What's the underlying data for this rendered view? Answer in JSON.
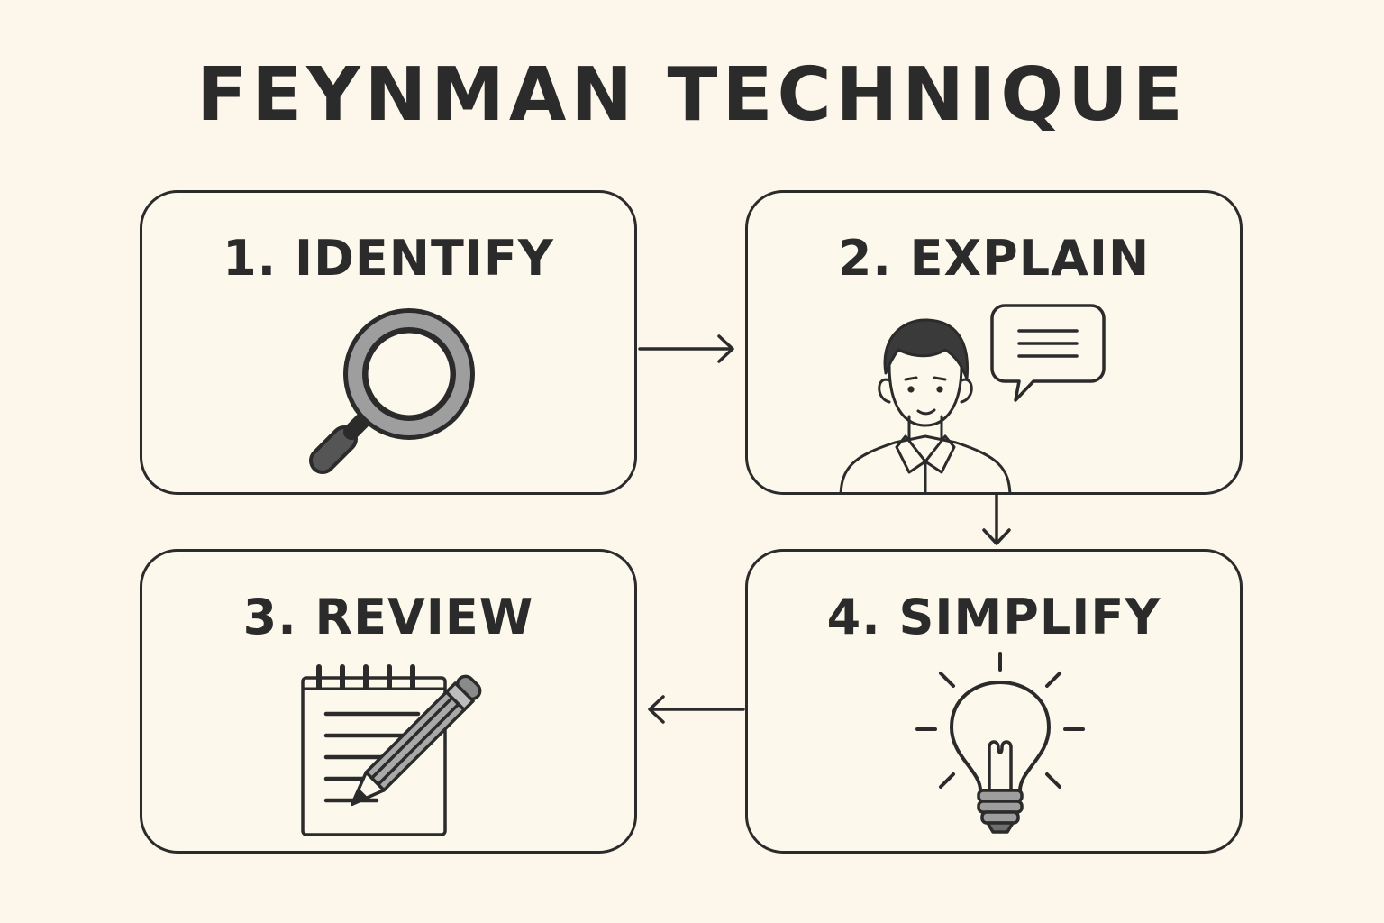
{
  "title": "FEYNMAN TECHNIQUE",
  "steps": [
    {
      "label": "1. IDENTIFY",
      "icon": "magnifying-glass-icon"
    },
    {
      "label": "2. EXPLAIN",
      "icon": "person-speech-bubble-icon"
    },
    {
      "label": "3. REVIEW",
      "icon": "notepad-pencil-icon"
    },
    {
      "label": "4. SIMPLIFY",
      "icon": "lightbulb-icon"
    }
  ],
  "flow": [
    "1. IDENTIFY -> 2. EXPLAIN",
    "2. EXPLAIN -> 4. SIMPLIFY",
    "4. SIMPLIFY -> 3. REVIEW"
  ],
  "colors": {
    "background": "#fcf7ea",
    "ink": "#2b2b2b",
    "gray": "#9e9e9e"
  }
}
